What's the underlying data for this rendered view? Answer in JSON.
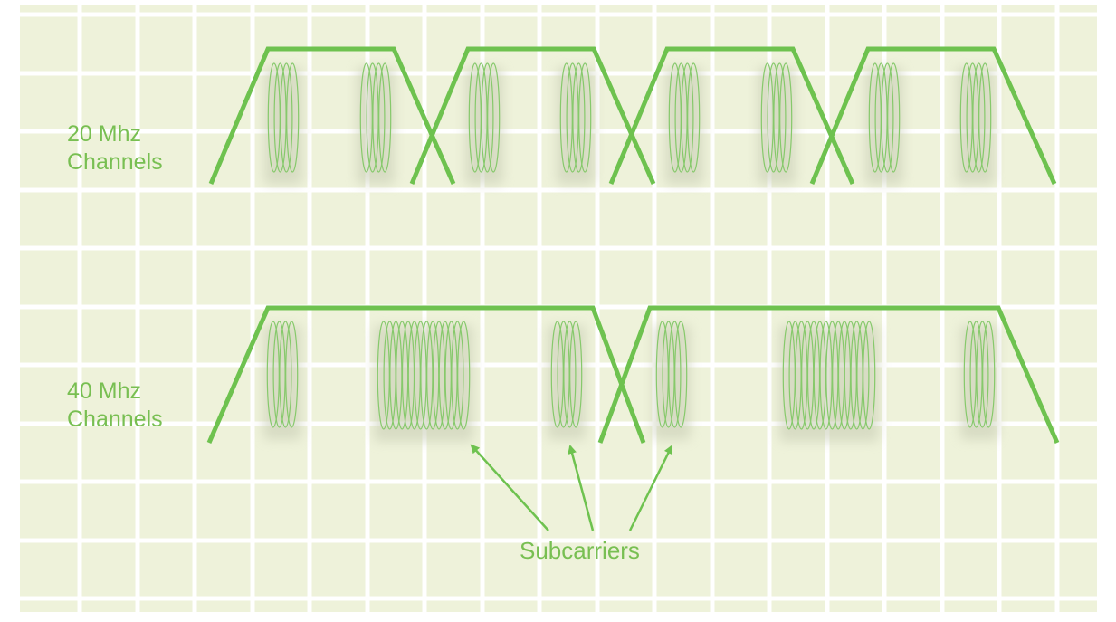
{
  "colors": {
    "background": "#ffffff",
    "cell": "#eef2da",
    "grid_line": "#ffffff",
    "channel_line": "#6ec24f",
    "subcarrier": "#86c96b",
    "subcarrier_shadow": "#c6cbb2",
    "text": "#78bf52"
  },
  "labels": {
    "row_20_line1": "20 Mhz",
    "row_20_line2": "Channels",
    "row_40_line1": "40 Mhz",
    "row_40_line1_alt": "",
    "row_40_line2": "Channels",
    "subcarriers": "Subcarriers"
  },
  "channels_20mhz": {
    "channel_count": 4,
    "subcarrier_groups_per_channel": 2,
    "subcarriers_per_group": 4
  },
  "channels_40mhz": {
    "channel_count": 2,
    "subcarrier_groups_per_channel": 3,
    "subcarriers_per_group": [
      4,
      14,
      4
    ]
  },
  "icons": {
    "arrows": "arrow-icon"
  }
}
